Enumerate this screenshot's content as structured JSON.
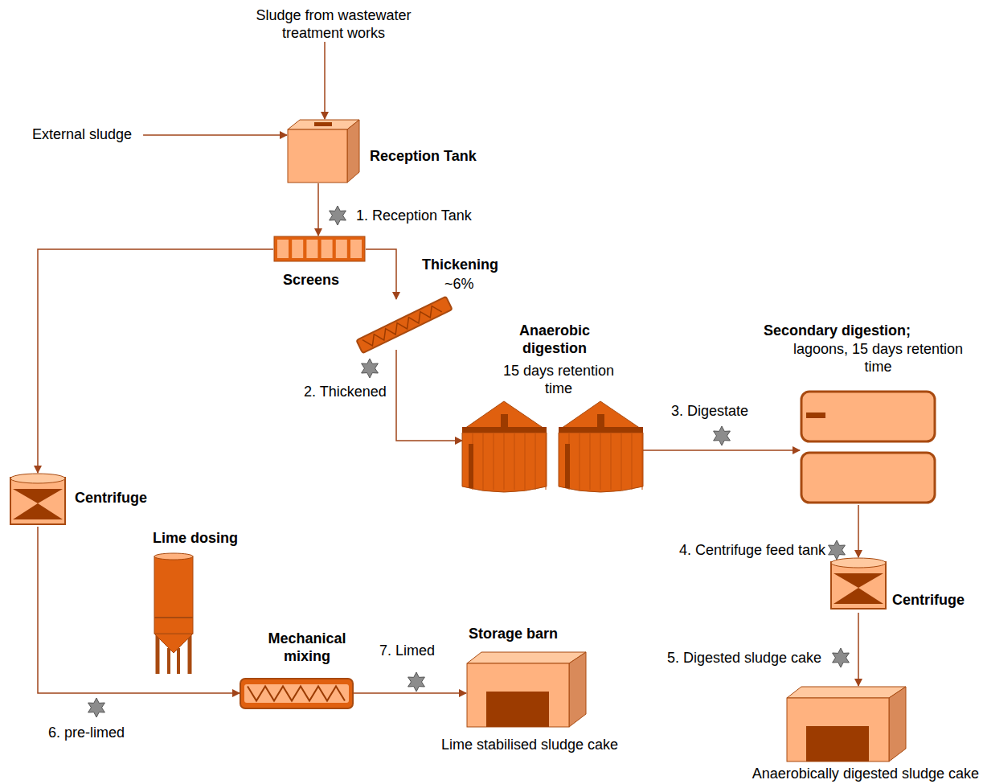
{
  "diagram": {
    "nodes": [
      {
        "text": [
          "Sludge from wastewater treatment works"
        ]
      },
      {
        "text": [
          "External sludge"
        ]
      },
      {
        "text": [
          "Reception Tank"
        ]
      },
      {
        "text": [
          "Screens"
        ]
      },
      {
        "text": [
          "Thickening",
          "~6%"
        ]
      },
      {
        "text": [
          "Anaerobic digestion",
          "15 days retention time"
        ]
      },
      {
        "text": [
          "Secondary digestion;",
          "lagoons, 15 days retention time"
        ]
      },
      {
        "text": [
          "Centrifuge"
        ]
      },
      {
        "text": [
          "Lime dosing"
        ]
      },
      {
        "text": [
          "Mechanical mixing"
        ]
      },
      {
        "text": [
          "Storage barn",
          "Lime stabilised sludge cake"
        ]
      },
      {
        "text": [
          "Centrifuge"
        ]
      },
      {
        "text": [
          "Anaerobically digested sludge cake"
        ]
      }
    ],
    "edges": [
      {
        "from": 0,
        "to": 2,
        "arrow": "to"
      },
      {
        "from": 1,
        "to": 2,
        "arrow": "to"
      },
      {
        "from": 2,
        "to": 3,
        "arrow": "to",
        "label": "1. Reception Tank"
      },
      {
        "from": 3,
        "to": 7,
        "arrow": "to"
      },
      {
        "from": 3,
        "to": 4,
        "arrow": "to"
      },
      {
        "from": 4,
        "to": 5,
        "arrow": "to",
        "label": "2. Thickened"
      },
      {
        "from": 5,
        "to": 6,
        "arrow": "to",
        "label": "3. Digestate"
      },
      {
        "from": 6,
        "to": 11,
        "arrow": "to",
        "label": "4. Centrifuge feed tank"
      },
      {
        "from": 11,
        "to": 12,
        "arrow": "to",
        "label": "5. Digested sludge cake"
      },
      {
        "from": 7,
        "to": 9,
        "arrow": "to",
        "label": "6. pre-limed"
      },
      {
        "from": 9,
        "to": 10,
        "arrow": "to",
        "label": "7. Limed"
      }
    ]
  }
}
